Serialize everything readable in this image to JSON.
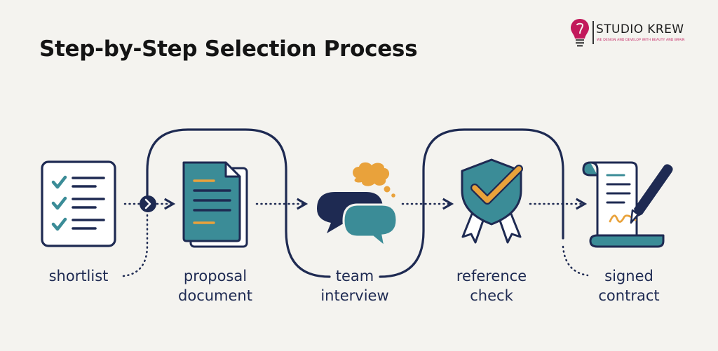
{
  "title": "Step-by-Step Selection Process",
  "logo": {
    "name": "STUDIO KREW",
    "tagline": "WE DESIGN AND DEVELOP WITH BEAUTY AND BRAIN"
  },
  "steps": [
    {
      "label": "shortlist",
      "icon": "checklist-icon"
    },
    {
      "label": "proposal\ndocument",
      "icon": "document-icon"
    },
    {
      "label": "team\ninterview",
      "icon": "speech-bubbles-icon"
    },
    {
      "label": "reference\ncheck",
      "icon": "shield-check-icon"
    },
    {
      "label": "signed\ncontract",
      "icon": "signed-scroll-icon"
    }
  ],
  "colors": {
    "navy": "#1e2a52",
    "teal": "#3b8c97",
    "orange": "#e9a23b",
    "background": "#f4f3ef"
  }
}
